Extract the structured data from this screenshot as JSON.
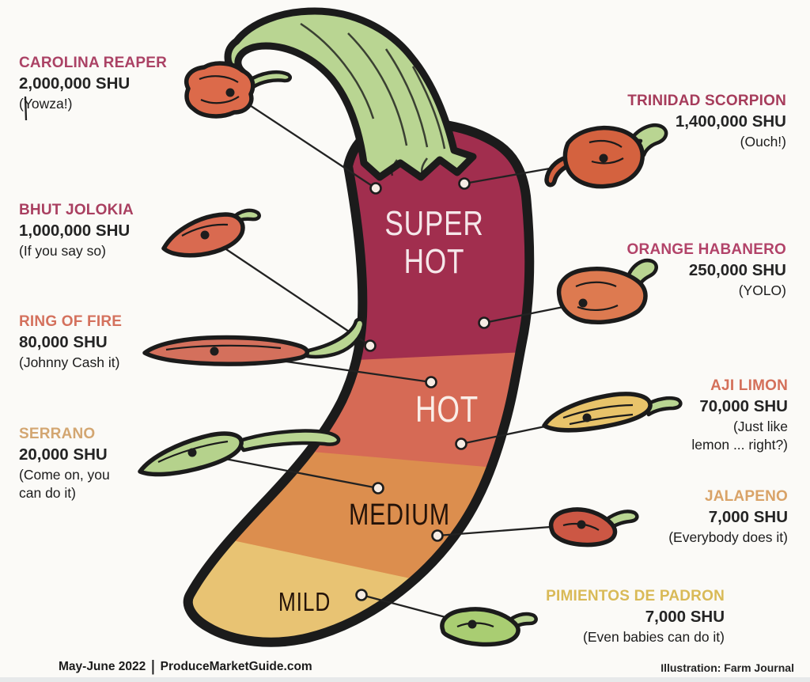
{
  "zones": [
    {
      "name": "SUPER HOT",
      "label_lines": [
        "SUPER",
        "HOT"
      ],
      "fill": "#a12e4e",
      "text_color": "#f5e7ea"
    },
    {
      "name": "HOT",
      "label_lines": [
        "HOT"
      ],
      "fill": "#d66a55",
      "text_color": "#faeee8"
    },
    {
      "name": "MEDIUM",
      "label_lines": [
        "MEDIUM"
      ],
      "fill": "#dc8e4e",
      "text_color": "#241309"
    },
    {
      "name": "MILD",
      "label_lines": [
        "MILD"
      ],
      "fill": "#e8c373",
      "text_color": "#241309"
    }
  ],
  "peppers": [
    {
      "name": "CAROLINA REAPER",
      "shu": "2,000,000 SHU",
      "quip_lines": [
        "(Yowza!)"
      ],
      "name_color": "#ab4265",
      "icon_color": "#dc6a4a",
      "points_to_zone": "SUPER HOT"
    },
    {
      "name": "BHUT JOLOKIA",
      "shu": "1,000,000 SHU",
      "quip_lines": [
        "(If you say so)"
      ],
      "name_color": "#a93f60",
      "icon_color": "#d96a50",
      "points_to_zone": "SUPER HOT"
    },
    {
      "name": "RING OF FIRE",
      "shu": "80,000 SHU",
      "quip_lines": [
        "(Johnny Cash it)"
      ],
      "name_color": "#d4715d",
      "icon_color": "#d4705c",
      "points_to_zone": "HOT"
    },
    {
      "name": "SERRANO",
      "shu": "20,000 SHU",
      "quip_lines": [
        "(Come on, you",
        "can do it)"
      ],
      "name_color": "#d3a671",
      "icon_color": "#b5d28c",
      "points_to_zone": "MEDIUM"
    },
    {
      "name": "TRINIDAD SCORPION",
      "shu": "1,400,000 SHU",
      "quip_lines": [
        "(Ouch!)"
      ],
      "name_color": "#a63c5b",
      "icon_color": "#d4623f",
      "points_to_zone": "SUPER HOT"
    },
    {
      "name": "ORANGE HABANERO",
      "shu": "250,000 SHU",
      "quip_lines": [
        "(YOLO)"
      ],
      "name_color": "#b24369",
      "icon_color": "#dd7a50",
      "points_to_zone": "SUPER HOT"
    },
    {
      "name": "AJI LIMON",
      "shu": "70,000 SHU",
      "quip_lines": [
        "(Just like",
        "lemon ... right?)"
      ],
      "name_color": "#d4705a",
      "icon_color": "#e8c36a",
      "points_to_zone": "HOT"
    },
    {
      "name": "JALAPENO",
      "shu": "7,000 SHU",
      "quip_lines": [
        "(Everybody does it)"
      ],
      "name_color": "#d9a368",
      "icon_color": "#cc5744",
      "points_to_zone": "MEDIUM"
    },
    {
      "name": "PIMIENTOS DE PADRON",
      "shu": "7,000 SHU",
      "quip_lines": [
        "(Even babies can do it)"
      ],
      "name_color": "#d9ba57",
      "icon_color": "#a9cd72",
      "points_to_zone": "MILD"
    }
  ],
  "footer": {
    "date": "May-June 2022",
    "separator": "|",
    "site": "ProduceMarketGuide.com",
    "credit": "Illustration: Farm Journal"
  },
  "colors": {
    "outline": "#1b1b1b",
    "stem_green": "#b9d592",
    "background": "#fbfaf7"
  }
}
